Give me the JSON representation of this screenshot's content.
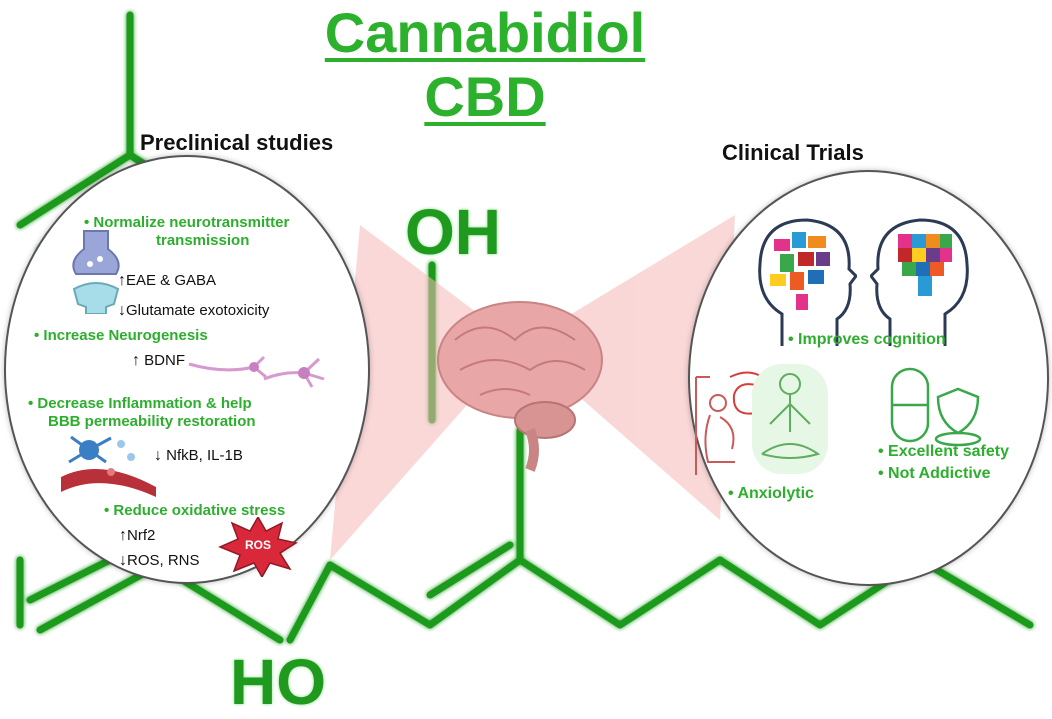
{
  "title": {
    "line1": "Cannabidiol",
    "line2": "CBD"
  },
  "atoms": {
    "oh": "OH",
    "ho": "HO"
  },
  "preclinical": {
    "heading": "Preclinical studies",
    "item1": {
      "line1": "Normalize  neurotransmitter",
      "line2": "transmission"
    },
    "eae": "EAE  & GABA",
    "glutamate": "Glutamate exotoxicity",
    "item2": "Increase Neurogenesis",
    "bdnf": "BDNF",
    "item3": {
      "line1": "Decrease Inflammation  & help",
      "line2": "BBB permeability restoration"
    },
    "nfkb": "NfkB, IL-1B",
    "item4": "Reduce  oxidative stress",
    "nrf2": "Nrf2",
    "ros_rns": "ROS, RNS",
    "ros_badge": "ROS"
  },
  "clinical": {
    "heading": "Clinical Trials",
    "cognition": "Improves cognition",
    "anxiolytic": "Anxiolytic",
    "safety": "Excellent safety",
    "addictive": "Not Addictive"
  },
  "colors": {
    "green": "#2eae2e",
    "bond": "#1f9a1f",
    "ros": "#d8283a",
    "beam": "#f5b8b8"
  }
}
